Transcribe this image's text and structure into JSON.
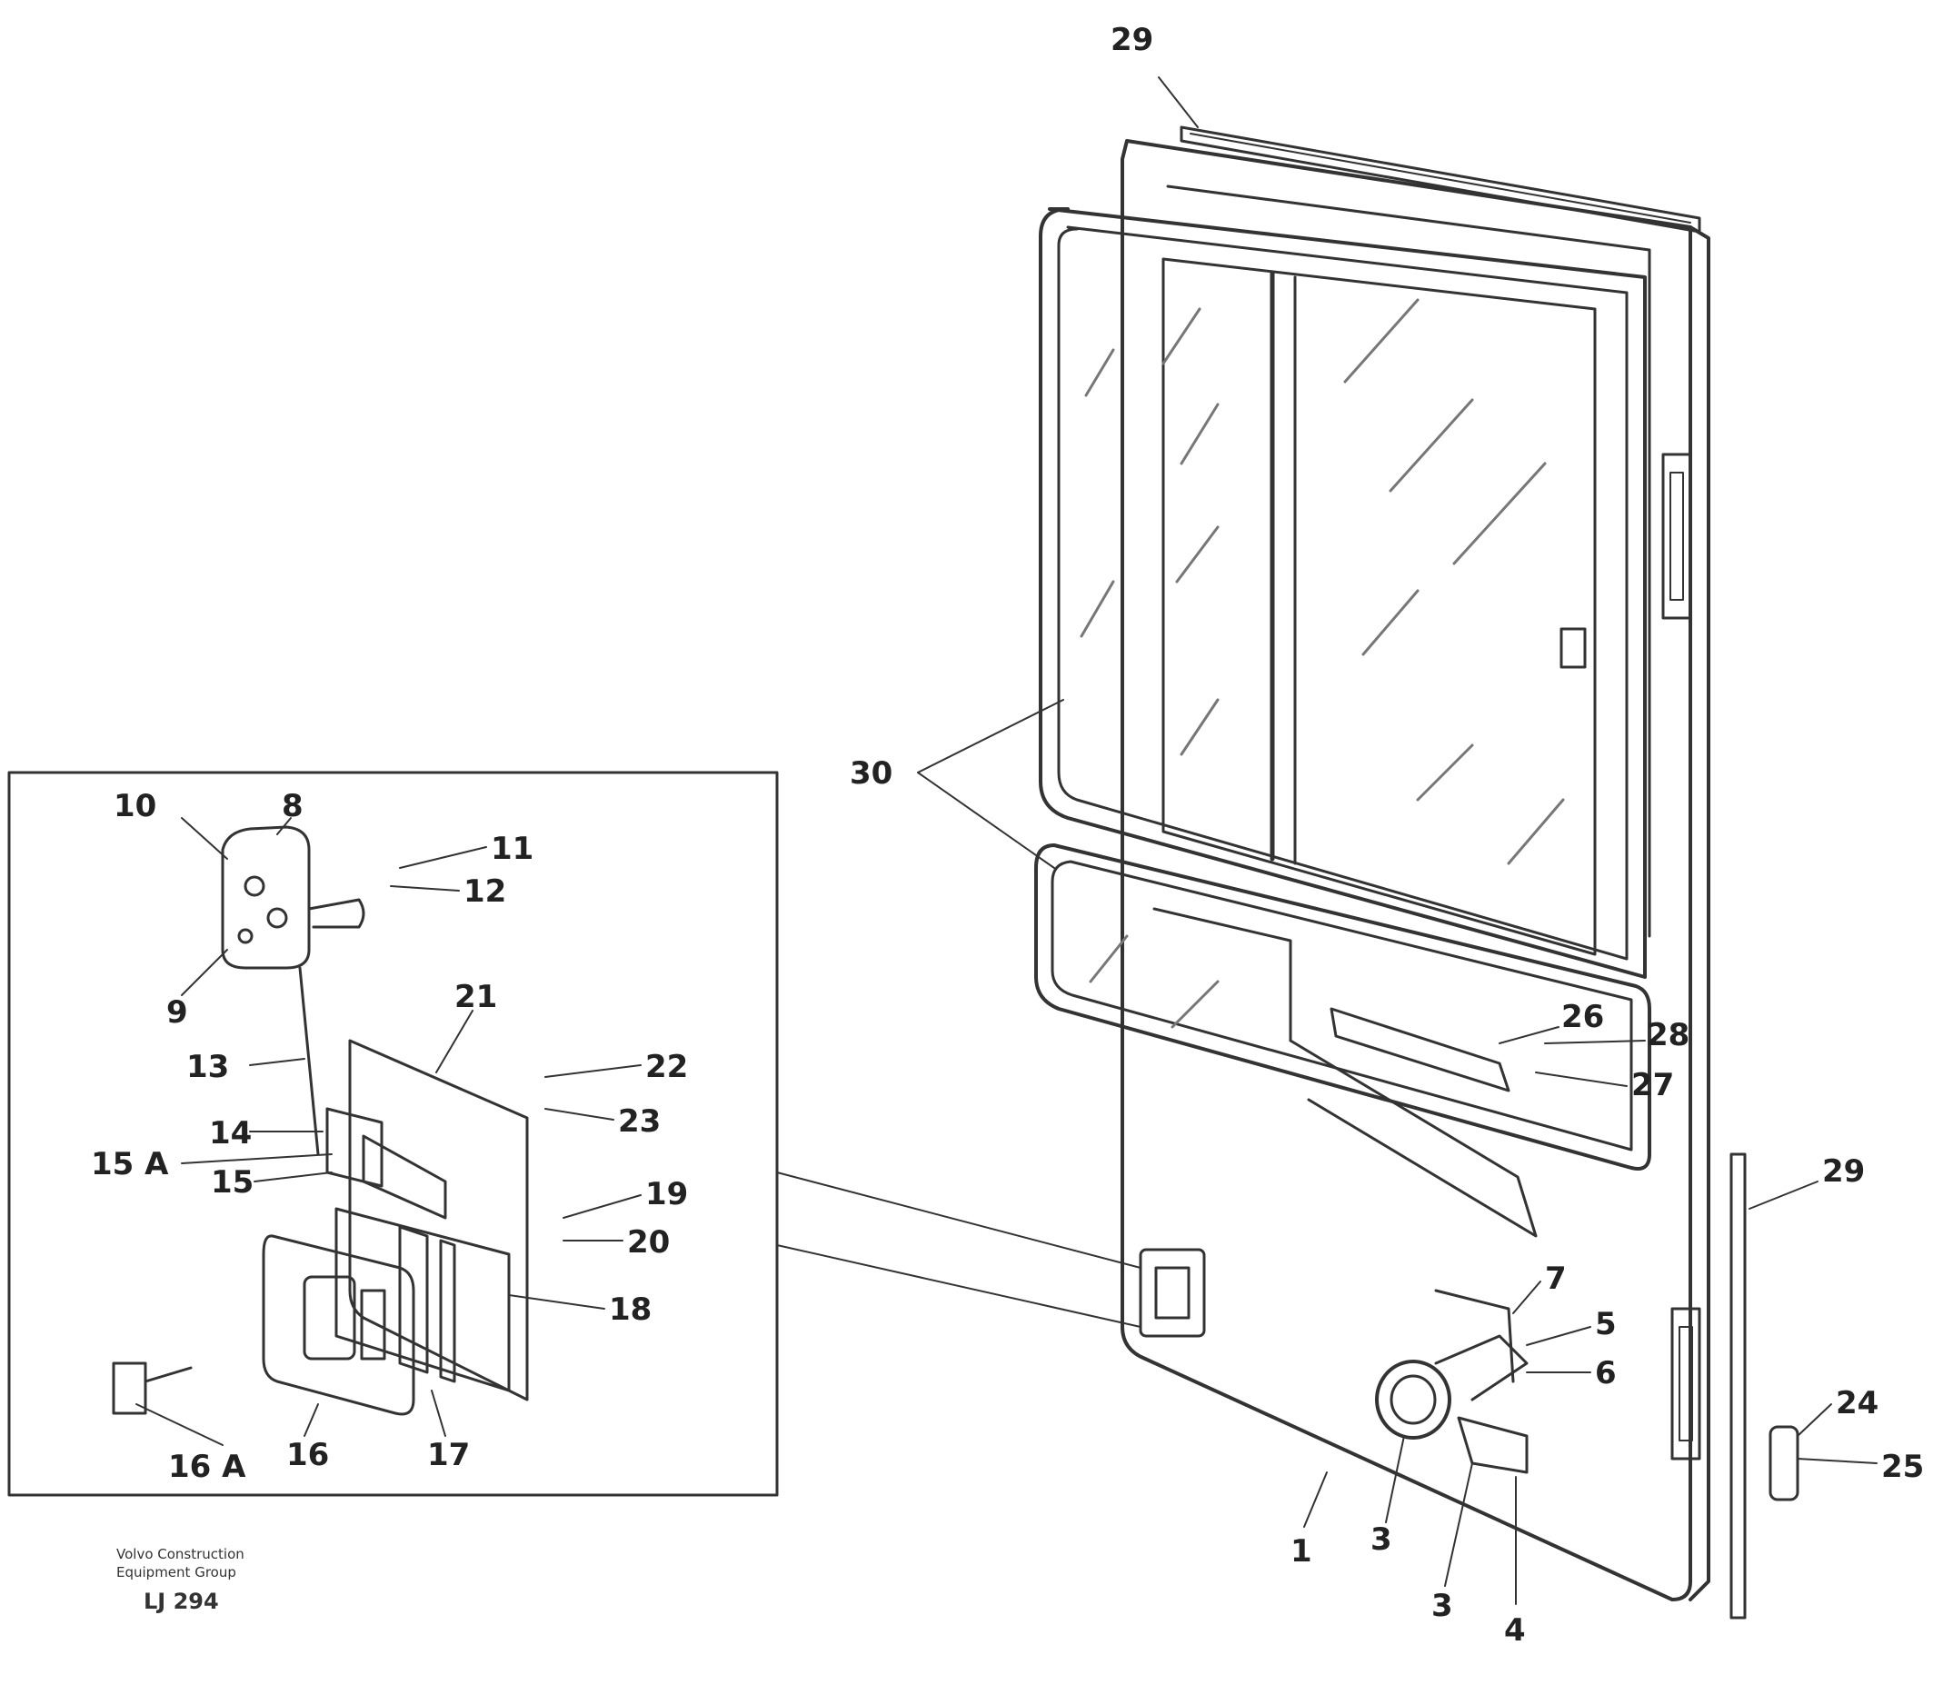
{
  "diagram": {
    "callouts": {
      "c29_top": "29",
      "c30": "30",
      "c26": "26",
      "c28": "28",
      "c27": "27",
      "c29_right": "29",
      "c7": "7",
      "c5": "5",
      "c6": "6",
      "c24": "24",
      "c25": "25",
      "c1": "1",
      "c3a": "3",
      "c3b": "3",
      "c4": "4"
    },
    "detail": {
      "c10": "10",
      "c8": "8",
      "c11": "11",
      "c12": "12",
      "c9": "9",
      "c21": "21",
      "c13": "13",
      "c22": "22",
      "c14": "14",
      "c23": "23",
      "c15a": "15 A",
      "c15": "15",
      "c19": "19",
      "c20": "20",
      "c18": "18",
      "c16a": "16 A",
      "c16": "16",
      "c17": "17"
    }
  },
  "credit": {
    "line1": "Volvo Construction",
    "line2": "Equipment Group",
    "code": "LJ 294"
  }
}
